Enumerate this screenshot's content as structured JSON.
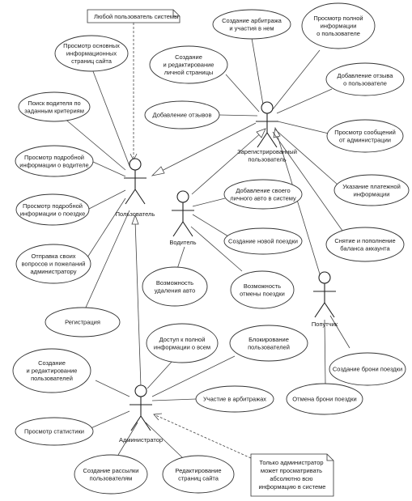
{
  "actors": {
    "user": "Пользователь",
    "registered": [
      "Зарегистрированный",
      "пользователь"
    ],
    "driver": "Водитель",
    "passenger": "Попутчик",
    "admin": "Администратор"
  },
  "notes": {
    "any_user": "Любой пользователь системы",
    "admin_only": [
      "Только администратор",
      "может просматривать",
      "абсолютно всю",
      "информацию в системе"
    ]
  },
  "use_cases": {
    "view_basic": [
      "Просмотр основных",
      "информационных",
      "страниц сайта"
    ],
    "search_driver": [
      "Поиск водителя по",
      "заданным критериям"
    ],
    "view_driver": [
      "Просмотр подробной",
      "информации о водителе"
    ],
    "view_trip": [
      "Просмотр подробной",
      "информации о поездке"
    ],
    "send_questions": [
      "Отправка своих",
      "вопросов и пожеланий",
      "администратору"
    ],
    "registration": [
      "Регистрация"
    ],
    "create_arbitration": [
      "Создание арбитража",
      "и участия в нем"
    ],
    "edit_profile": [
      "Создание",
      "и редактирование",
      "личной страницы"
    ],
    "add_reviews": [
      "Добавление отзывов"
    ],
    "view_full_user": [
      "Просмотр полной",
      "информации",
      "о пользователе"
    ],
    "add_user_review": [
      "Добавление отзыва",
      "о пользователе"
    ],
    "view_admin_msgs": [
      "Просмотр сообщений",
      "от администрации"
    ],
    "payment_info": [
      "Указание платежной",
      "информации"
    ],
    "balance": [
      "Снятие и пополнение",
      "баланса аккаунта"
    ],
    "add_car": [
      "Добавление своего",
      "личного авто в систему"
    ],
    "create_trip": [
      "Создание новой поездки"
    ],
    "delete_car": [
      "Возможность",
      "удаления авто"
    ],
    "cancel_trip": [
      "Возможность",
      "отмены поездки"
    ],
    "book_trip": [
      "Создание брони поездки"
    ],
    "cancel_booking": [
      "Отмена брони поездки"
    ],
    "full_access": [
      "Доступ к полной",
      "информации о всем"
    ],
    "block_users": [
      "Блокирование",
      "пользователей"
    ],
    "admin_edit_users": [
      "Создание",
      "и редактирование",
      "пользователей"
    ],
    "stats": [
      "Просмотр статистики"
    ],
    "arbitration_participation": [
      "Участие в арбитражах"
    ],
    "mailing": [
      "Создание рассылки",
      "пользователям"
    ],
    "edit_pages": [
      "Редактирование",
      "страниц сайта"
    ]
  }
}
